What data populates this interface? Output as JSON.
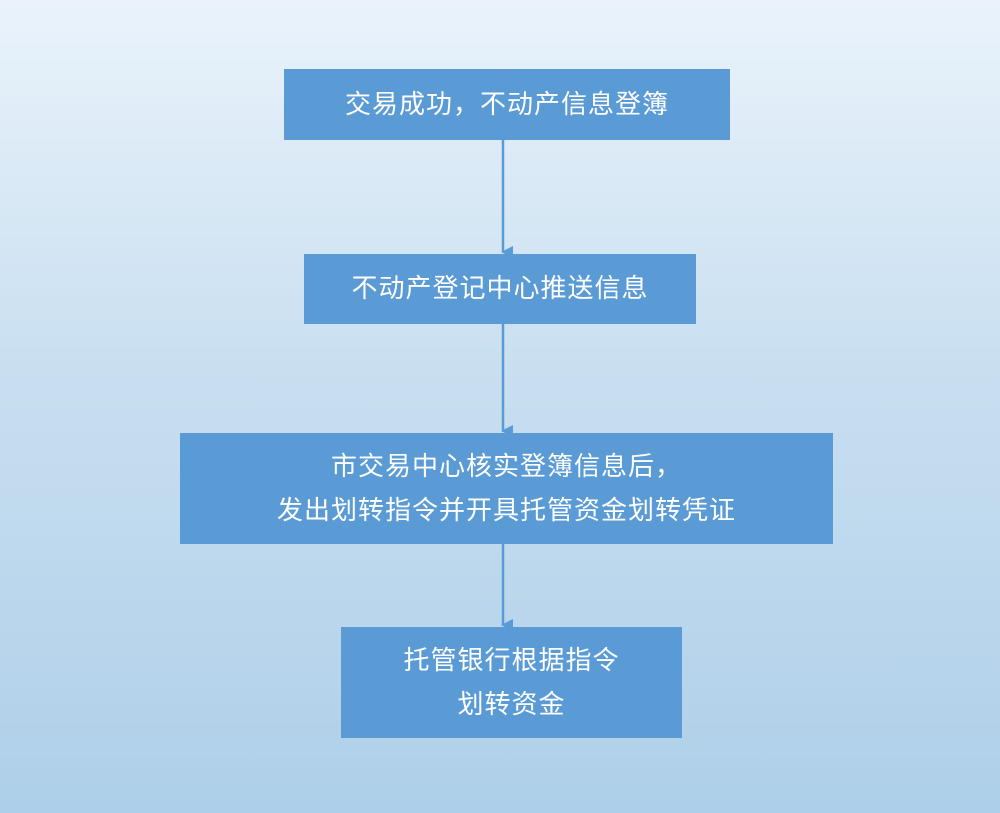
{
  "flowchart": {
    "steps": [
      {
        "lines": [
          "交易成功，不动产信息登簿"
        ]
      },
      {
        "lines": [
          "不动产登记中心推送信息"
        ]
      },
      {
        "lines": [
          "市交易中心核实登簿信息后，",
          "发出划转指令并开具托管资金划转凭证"
        ]
      },
      {
        "lines": [
          "托管银行根据指令",
          "划转资金"
        ]
      }
    ],
    "colors": {
      "box_fill": "#5b9bd5",
      "box_text": "#ffffff",
      "arrow": "#5b9bd5",
      "background_top": "#eaf3fb",
      "background_bottom": "#aecfe9"
    }
  }
}
